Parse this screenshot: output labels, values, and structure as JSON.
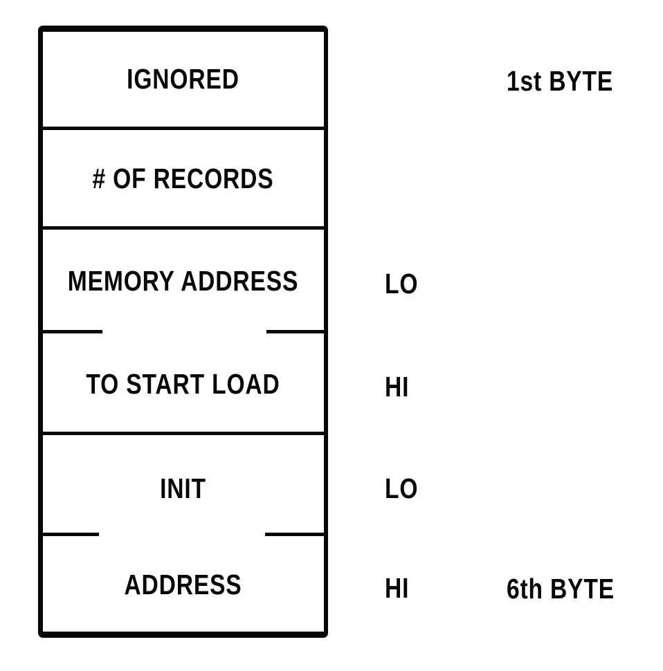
{
  "diagram": {
    "description": "six-byte record header memory layout",
    "rows": [
      {
        "label": "IGNORED",
        "side": null,
        "byte": "1st BYTE"
      },
      {
        "label": "# OF RECORDS",
        "side": null,
        "byte": null
      },
      {
        "label": "MEMORY ADDRESS",
        "side": "LO",
        "byte": null
      },
      {
        "label": "TO START LOAD",
        "side": "HI",
        "byte": null
      },
      {
        "label": "INIT",
        "side": "LO",
        "byte": null
      },
      {
        "label": "ADDRESS",
        "side": "HI",
        "byte": null
      }
    ],
    "last_row_byte": "6th BYTE",
    "colors": {
      "ink": "#070707",
      "paper": "#ffffff"
    }
  }
}
